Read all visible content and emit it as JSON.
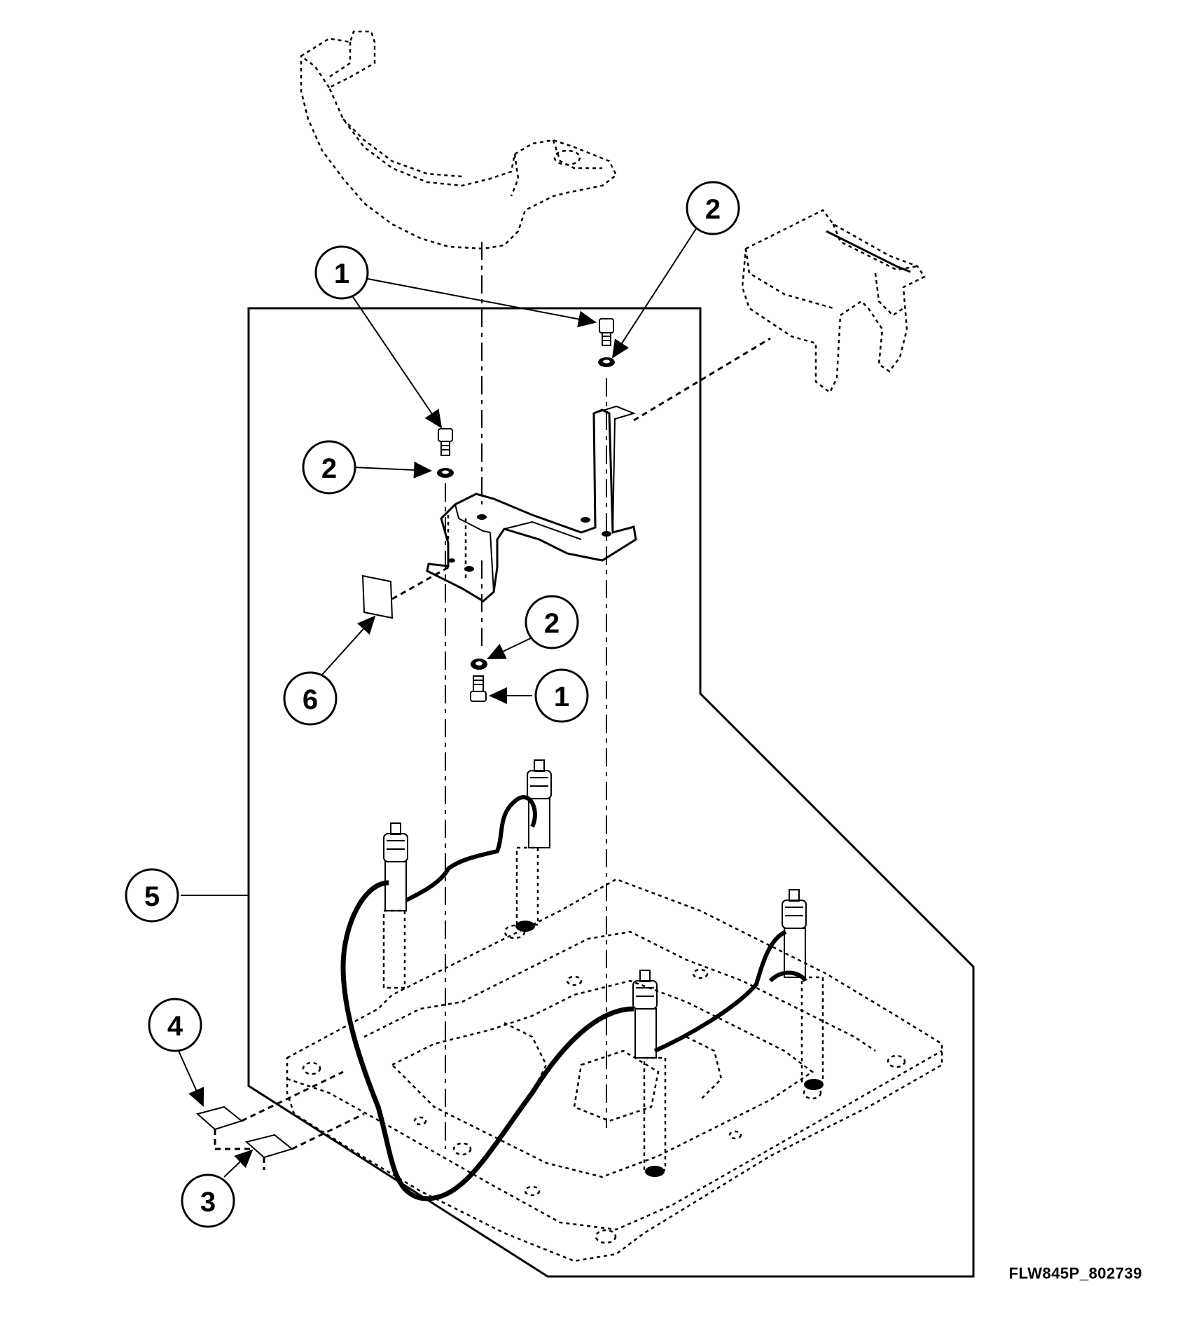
{
  "figure_id": "FLW845P_802739",
  "callouts": [
    {
      "label": "1"
    },
    {
      "label": "2"
    },
    {
      "label": "2"
    },
    {
      "label": "2"
    },
    {
      "label": "1"
    },
    {
      "label": "6"
    },
    {
      "label": "5"
    },
    {
      "label": "4"
    },
    {
      "label": "3"
    }
  ]
}
